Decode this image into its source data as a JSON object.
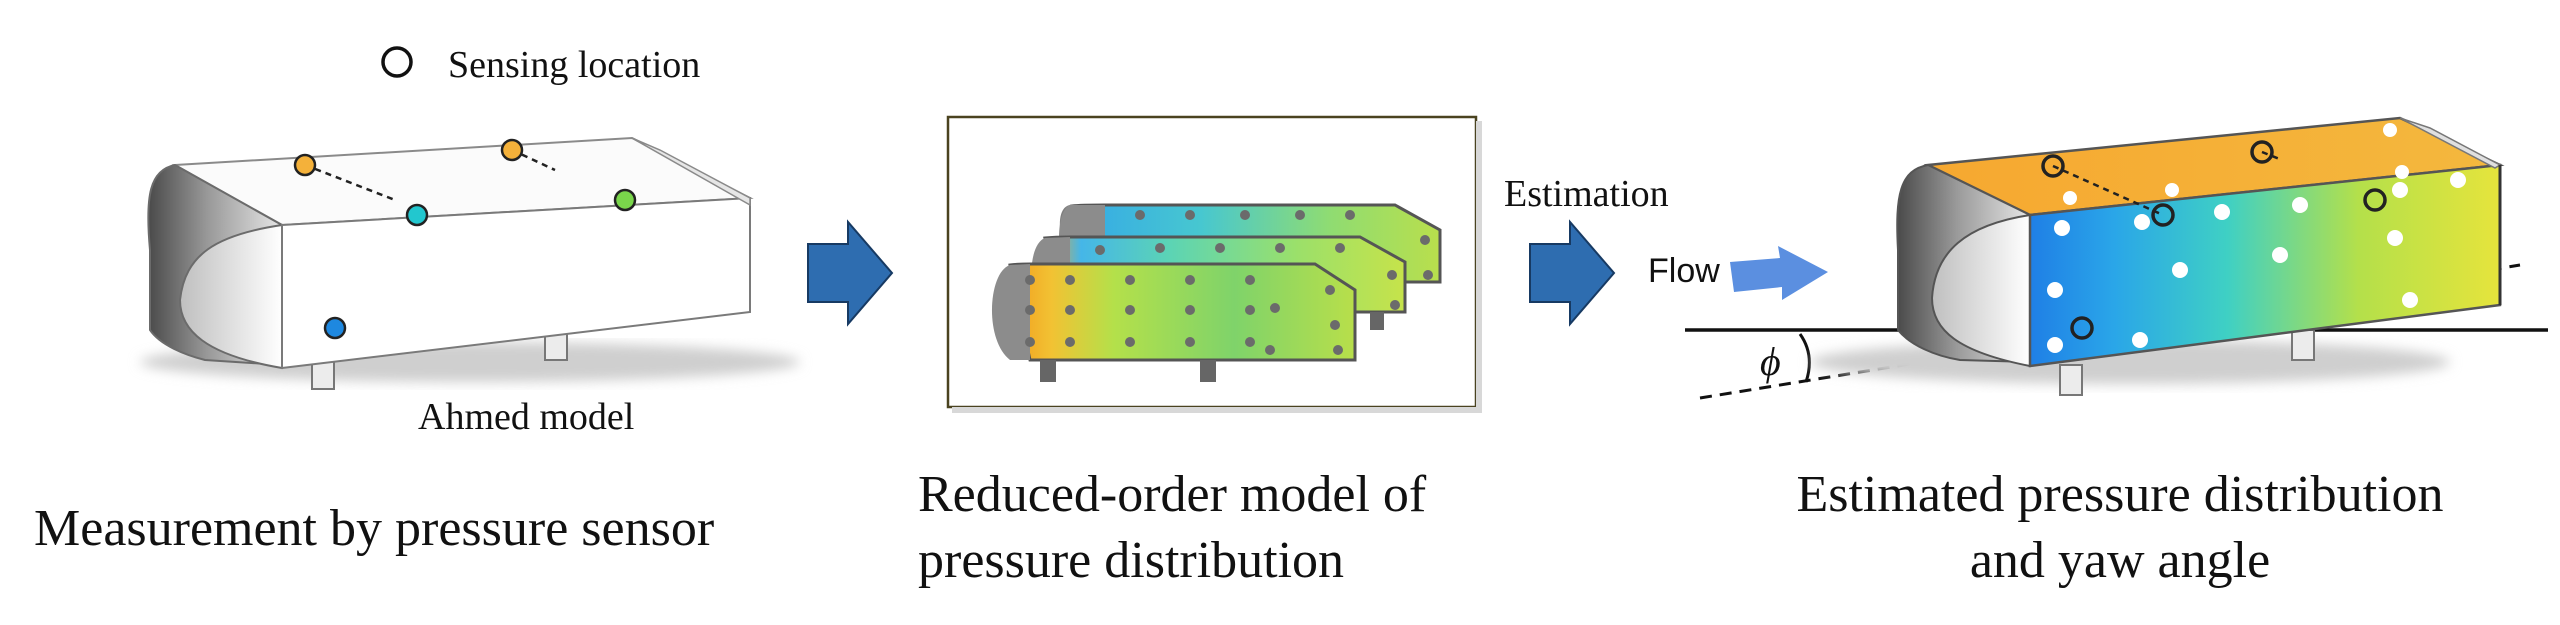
{
  "legend": {
    "label": "Sensing location",
    "icon": "open-circle-marker"
  },
  "panel1": {
    "model_label": "Ahmed model",
    "caption": "Measurement by pressure sensor"
  },
  "panel2": {
    "caption_line1": "Reduced-order model of",
    "caption_line2": "pressure distribution"
  },
  "panel3": {
    "arrow_label": "Estimation",
    "flow_label": "Flow",
    "angle_symbol": "ϕ",
    "caption_line1": "Estimated pressure distribution",
    "caption_line2": "and yaw angle"
  },
  "colors": {
    "arrow_fill": "#2e6db0",
    "flow_arrow": "#5b8fe0",
    "frame_border": "#4a4320",
    "sensor_orange": "#f4b13a",
    "sensor_cyan": "#22c7cf",
    "sensor_green": "#7ad64b",
    "sensor_blue": "#1e88e0"
  }
}
